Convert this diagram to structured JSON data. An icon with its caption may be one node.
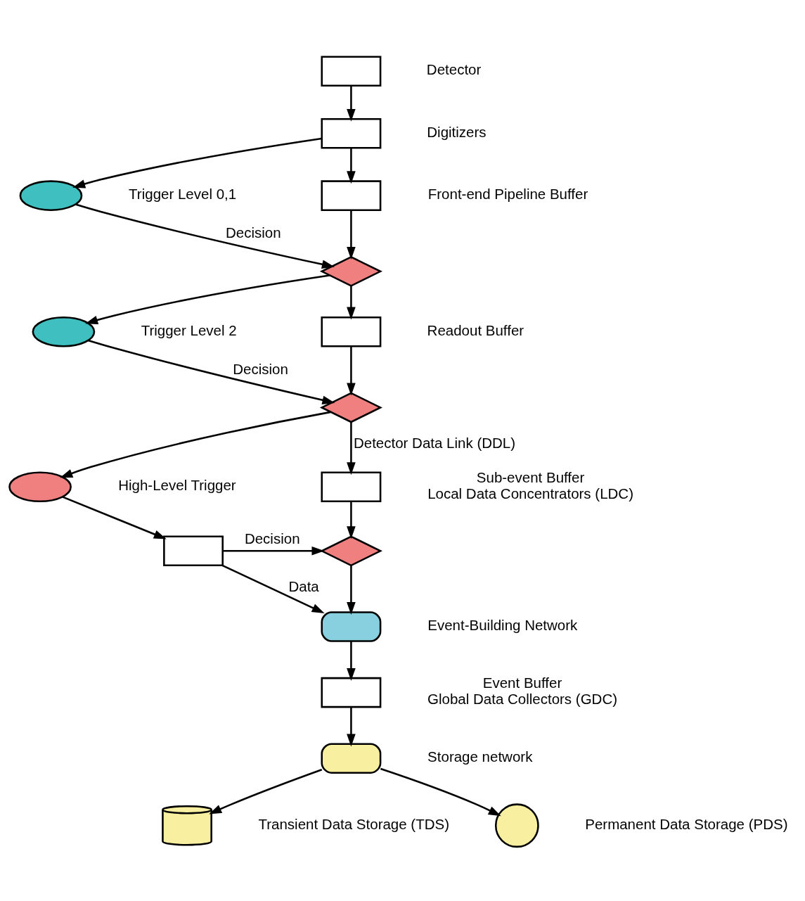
{
  "diagram": {
    "nodes": [
      {
        "text": [],
        "shape": "box",
        "beside": [
          "Detector"
        ]
      },
      {
        "text": [],
        "shape": "box",
        "beside": [
          "Digitizers"
        ]
      },
      {
        "text": [],
        "shape": "box",
        "beside": [
          "Front-end Pipeline Buffer"
        ]
      },
      {
        "text": [],
        "shape": "ellipse",
        "beside": [
          "Trigger Level 0,1"
        ]
      },
      {
        "text": [],
        "shape": "diamond"
      },
      {
        "text": [],
        "shape": "box",
        "beside": [
          "Readout Buffer"
        ]
      },
      {
        "text": [],
        "shape": "ellipse",
        "beside": [
          "Trigger Level 2"
        ]
      },
      {
        "text": [],
        "shape": "diamond"
      },
      {
        "text": [],
        "shape": "box",
        "beside": [
          "Sub-event Buffer",
          "Local Data Concentrators (LDC)"
        ]
      },
      {
        "text": [],
        "shape": "ellipse",
        "beside": [
          "High-Level Trigger"
        ]
      },
      {
        "text": [],
        "shape": "box"
      },
      {
        "text": [],
        "shape": "diamond"
      },
      {
        "text": [],
        "shape": "box",
        "beside": [
          "Event-Building Network"
        ]
      },
      {
        "text": [],
        "shape": "box",
        "beside": [
          "Event Buffer",
          "Global Data Collectors (GDC)"
        ]
      },
      {
        "text": [],
        "shape": "box",
        "beside": [
          "Storage network"
        ]
      },
      {
        "text": [],
        "shape": "cylinder",
        "beside": [
          "Transient Data Storage (TDS)"
        ]
      },
      {
        "text": [],
        "shape": "circle",
        "beside": [
          "Permanent Data Storage (PDS)"
        ]
      }
    ],
    "edges": [
      {
        "from": 0,
        "to": 1,
        "arrow": "to"
      },
      {
        "from": 1,
        "to": 2,
        "arrow": "to"
      },
      {
        "from": 1,
        "to": 3,
        "arrow": "to"
      },
      {
        "from": 2,
        "to": 4,
        "arrow": "to"
      },
      {
        "from": 3,
        "to": 4,
        "arrow": "to",
        "label": "Decision"
      },
      {
        "from": 4,
        "to": 5,
        "arrow": "to"
      },
      {
        "from": 4,
        "to": 6,
        "arrow": "to"
      },
      {
        "from": 5,
        "to": 7,
        "arrow": "to"
      },
      {
        "from": 6,
        "to": 7,
        "arrow": "to",
        "label": "Decision"
      },
      {
        "from": 7,
        "to": 8,
        "arrow": "to",
        "label": "Detector Data Link (DDL)"
      },
      {
        "from": 7,
        "to": 9,
        "arrow": "to"
      },
      {
        "from": 8,
        "to": 11,
        "arrow": "to"
      },
      {
        "from": 9,
        "to": 10,
        "arrow": "to"
      },
      {
        "from": 10,
        "to": 11,
        "arrow": "to",
        "label": "Decision"
      },
      {
        "from": 10,
        "to": 12,
        "arrow": "to",
        "label": "Data"
      },
      {
        "from": 11,
        "to": 12,
        "arrow": "to"
      },
      {
        "from": 12,
        "to": 13,
        "arrow": "to"
      },
      {
        "from": 13,
        "to": 14,
        "arrow": "to"
      },
      {
        "from": 14,
        "to": 15,
        "arrow": "to"
      },
      {
        "from": 14,
        "to": 16,
        "arrow": "to"
      }
    ]
  }
}
